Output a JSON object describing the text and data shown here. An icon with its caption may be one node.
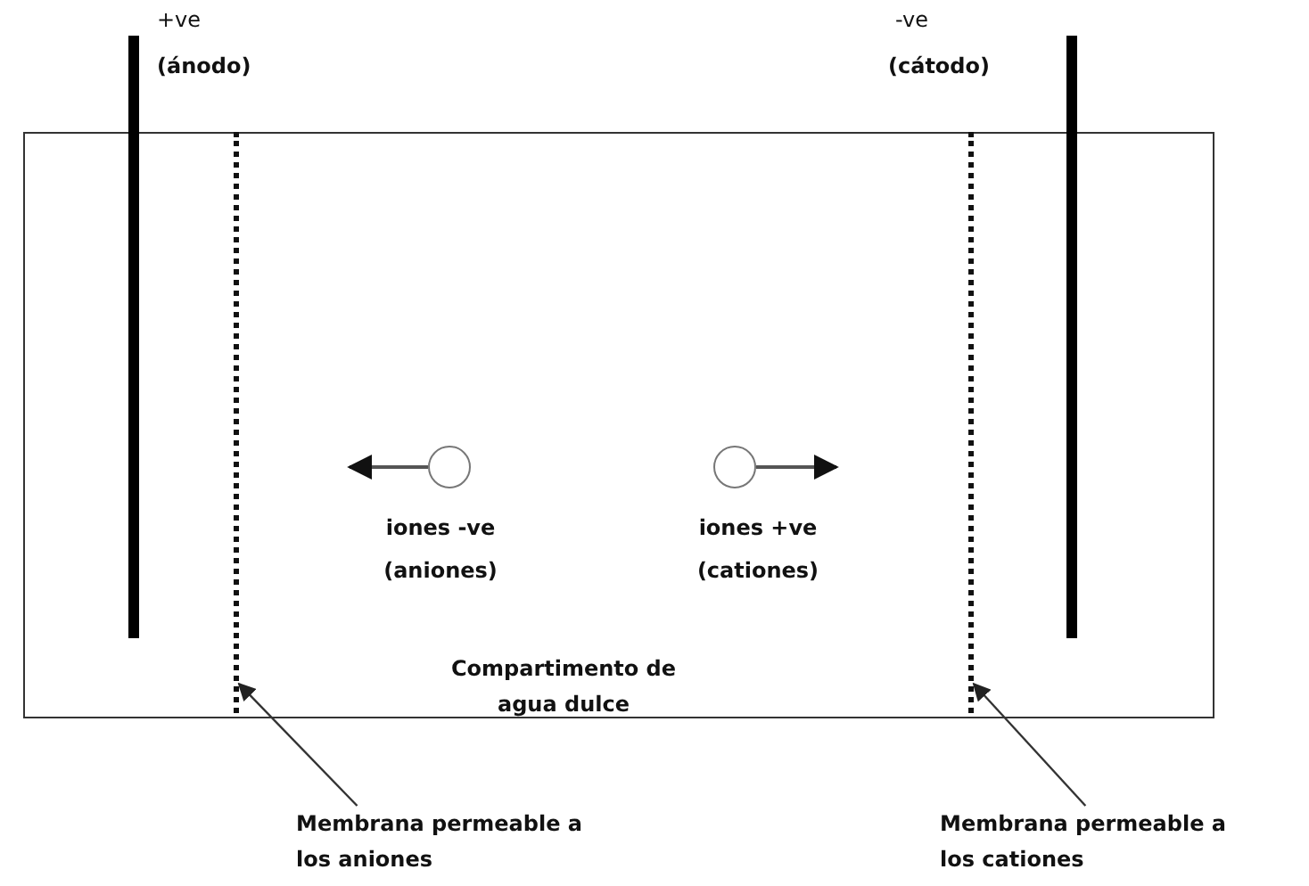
{
  "diagram": {
    "nodes": [
      {
        "text": [],
        "shape": "box"
      },
      {
        "text": [],
        "shape": "bar",
        "beside": [
          "+ve",
          "(ánodo)"
        ]
      },
      {
        "text": [],
        "shape": "bar",
        "beside": [
          "-ve",
          "(cátodo)"
        ]
      },
      {
        "text": [],
        "shape": "bar",
        "in": 0
      },
      {
        "text": [],
        "shape": "bar",
        "in": 0
      },
      {
        "text": [],
        "shape": "circle",
        "in": 0,
        "beside": [
          "iones -ve",
          "(aniones)"
        ]
      },
      {
        "text": [],
        "shape": "circle",
        "in": 0,
        "beside": [
          "iones +ve",
          "(cationes)"
        ]
      },
      {
        "text": [
          "Membrana permeable a los aniones"
        ]
      },
      {
        "text": [
          "Membrana permeable a los cationes"
        ]
      }
    ],
    "edges": [
      {
        "from": 5,
        "to": null,
        "arrow": "to"
      },
      {
        "from": 6,
        "to": null,
        "arrow": "to"
      },
      {
        "from": 7,
        "to": 3,
        "arrow": "to"
      },
      {
        "from": 8,
        "to": 4,
        "arrow": "to"
      }
    ],
    "labels": [
      "Compartimento de agua dulce"
    ]
  }
}
